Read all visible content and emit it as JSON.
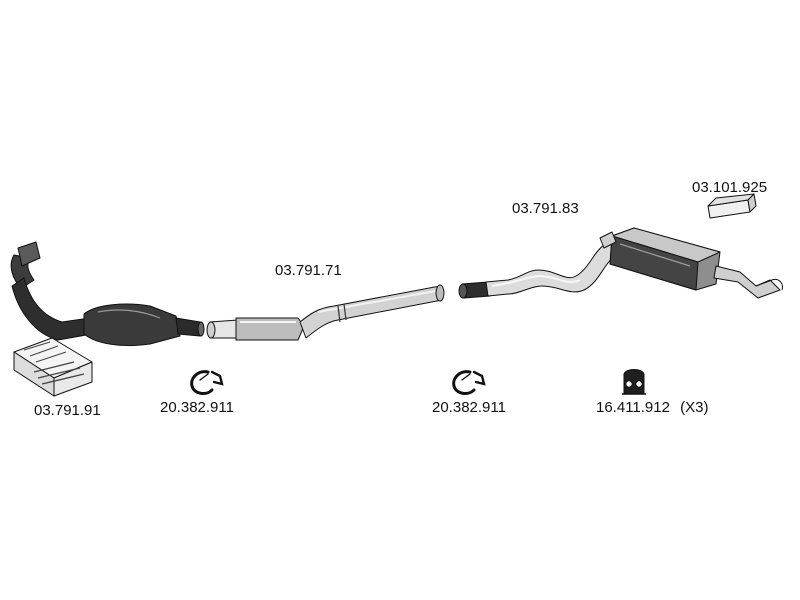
{
  "colors": {
    "background": "#ffffff",
    "ink": "#111111",
    "fill_light": "#f4f4f4",
    "fill_mid": "#bdbdbd",
    "fill_dark": "#3c3c3c"
  },
  "parts": [
    {
      "id": "catalytic-converter",
      "label": "03.791.91",
      "depiction": "catalytic-converter-with-mounting-kit"
    },
    {
      "id": "front-pipe-clamp",
      "label": "20.382.911",
      "depiction": "pipe-clamp"
    },
    {
      "id": "middle-pipe",
      "label": "03.791.71",
      "depiction": "middle-exhaust-pipe-with-silencer"
    },
    {
      "id": "rear-pipe-clamp",
      "label": "20.382.911",
      "depiction": "pipe-clamp"
    },
    {
      "id": "rear-silencer",
      "label": "03.791.83",
      "depiction": "rear-exhaust-silencer"
    },
    {
      "id": "mounting-kit",
      "label": "03.101.925",
      "depiction": "mounting-kit-box"
    },
    {
      "id": "rubber-hanger",
      "label": "16.411.912",
      "quantity": "(X3)",
      "depiction": "rubber-hanger"
    }
  ]
}
